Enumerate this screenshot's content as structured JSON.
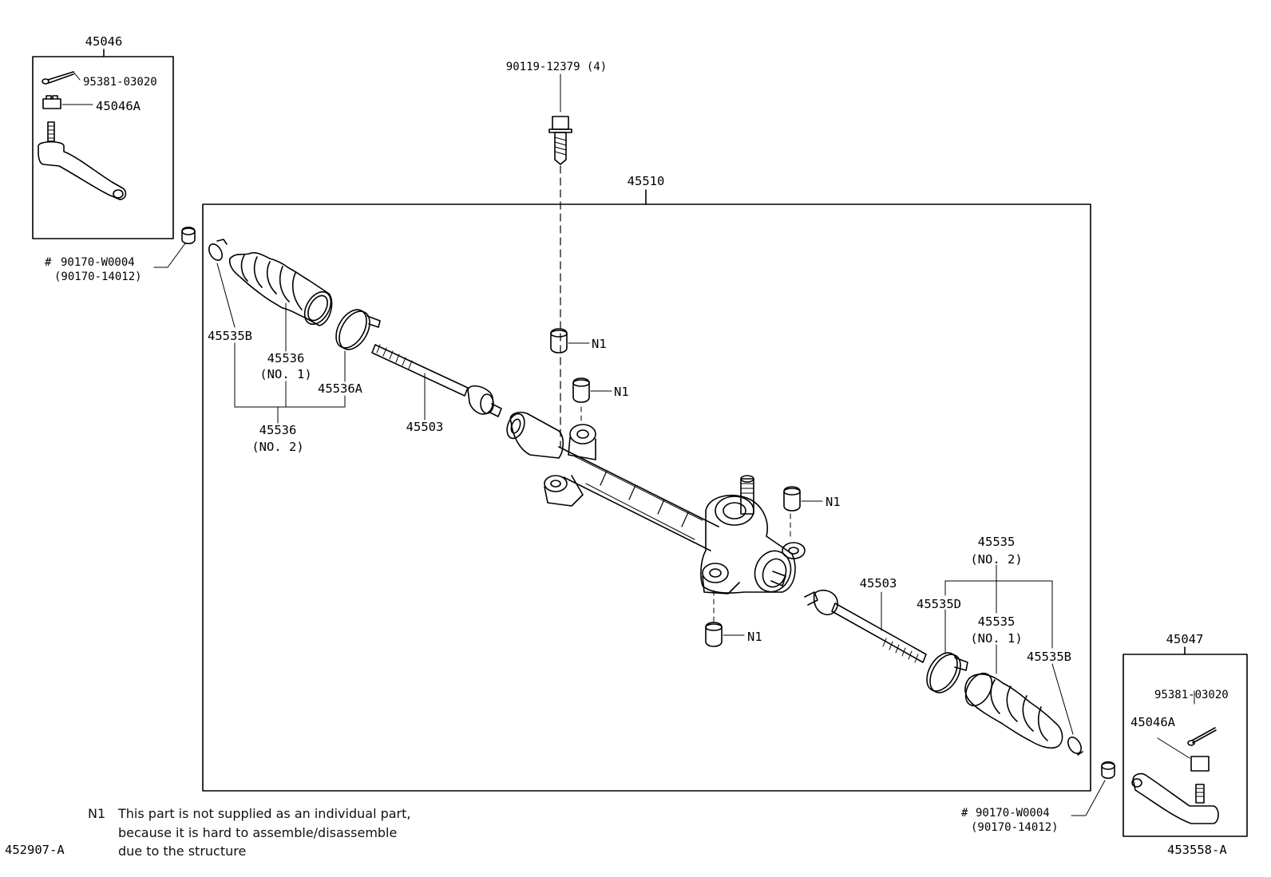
{
  "box_left": {
    "id": "45046",
    "cotter_pin": "95381-03020",
    "nut": "45046A"
  },
  "box_right": {
    "id": "45047",
    "cotter_pin": "95381-03020",
    "nut": "45046A"
  },
  "top_bolt": "90119-12379 (4)",
  "assembly": "45510",
  "left_part": {
    "hash": "#",
    "code": "90170-W0004",
    "alt": "(90170-14012)"
  },
  "right_part": {
    "hash": "#",
    "code": "90170-W0004",
    "alt": "(90170-14012)"
  },
  "labels": {
    "clip_left": "45535B",
    "boot_left_no1": "45536",
    "boot_left_no1_sub": "(NO. 1)",
    "band_left": "45536A",
    "boot_left_no2": "45536",
    "boot_left_no2_sub": "(NO. 2)",
    "tie_rod_left": "45503",
    "tie_rod_right": "45503",
    "boot_right_no2": "45535",
    "boot_right_no2_sub": "(NO. 2)",
    "band_right": "45535D",
    "boot_right_no1": "45535",
    "boot_right_no1_sub": "(NO. 1)",
    "clip_right": "45535B",
    "n1_a": "N1",
    "n1_b": "N1",
    "n1_c": "N1",
    "n1_d": "N1"
  },
  "footnote": {
    "key": "N1",
    "line1": "This part is not supplied as an individual part,",
    "line2": "because it is hard to assemble/disassemble",
    "line3": "due to the structure"
  },
  "ref_left": "452907-A",
  "ref_right": "453558-A"
}
